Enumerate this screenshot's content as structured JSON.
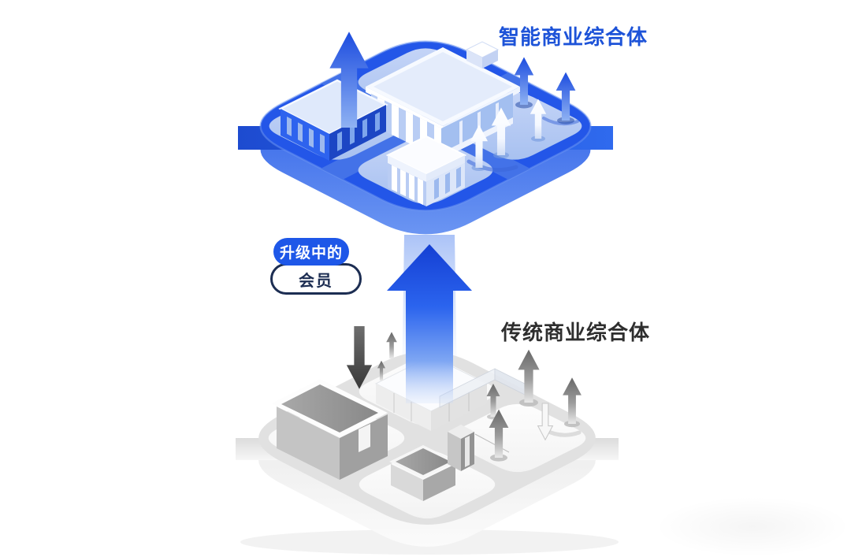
{
  "page": {
    "background": "#ffffff"
  },
  "top_platform": {
    "label": "智能商业综合体",
    "label_color": "#1d53d8",
    "platform_color": "#2356e8",
    "road_color": "#4674e8",
    "pad_color": "#b6c9f2",
    "building_count": 3,
    "blue_up_arrow_count": 3,
    "white_up_arrow_count": 3
  },
  "bottom_platform": {
    "label": "传统商业综合体",
    "label_color": "#2e2e2e",
    "platform_color": "#e1e1e1",
    "pad_color": "#fcfcfc",
    "building_count": 4,
    "gray_up_arrow_count": 6,
    "down_arrow_count": 2
  },
  "badge": {
    "line1": "升级中的",
    "line2": "会员",
    "line1_bg": "#1e57e8",
    "line1_color": "#ffffff",
    "line2_border": "#1c2d52",
    "line2_color": "#1c2d52"
  },
  "center_arrow": {
    "direction": "up",
    "color_top": "#1540d4",
    "color_bottom": "#9ab9f4",
    "beam_color": "#638ff0"
  }
}
